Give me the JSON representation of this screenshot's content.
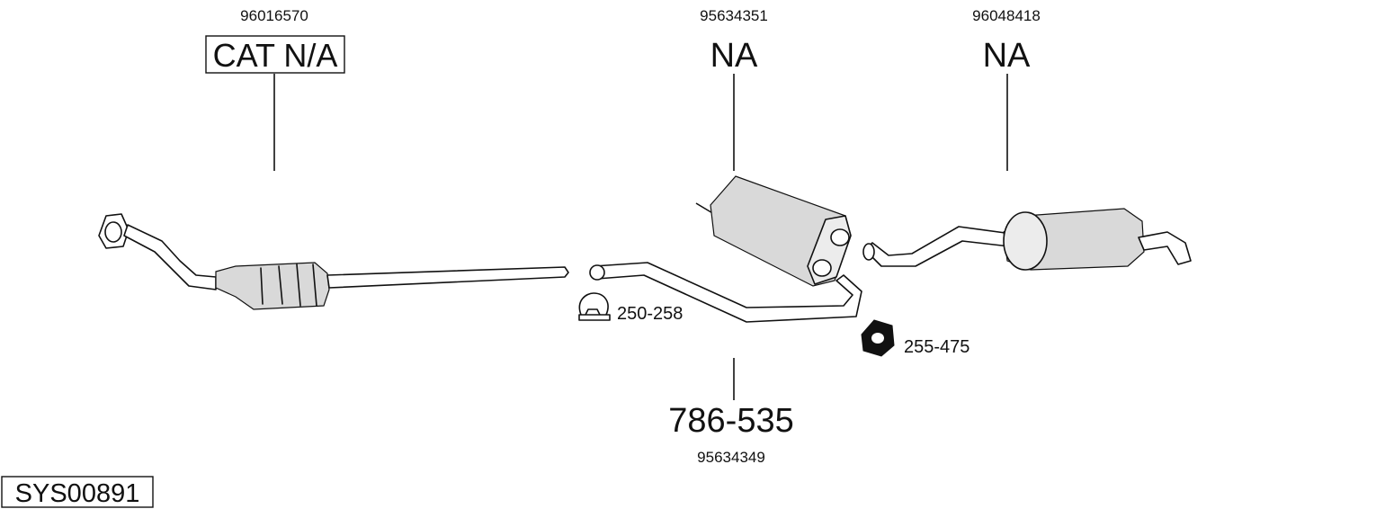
{
  "system_code": "SYS00891",
  "parts": {
    "catalyst": {
      "number": "96016570",
      "label": "CAT N/A"
    },
    "middle_silencer": {
      "number": "95634351",
      "label": "NA"
    },
    "rear_silencer": {
      "number": "96048418",
      "label": "NA"
    },
    "pipe": {
      "number": "95634349",
      "label": "786-535"
    }
  },
  "accessories": {
    "clamp": {
      "label": "250-258"
    },
    "gasket": {
      "label": "255-475"
    }
  }
}
